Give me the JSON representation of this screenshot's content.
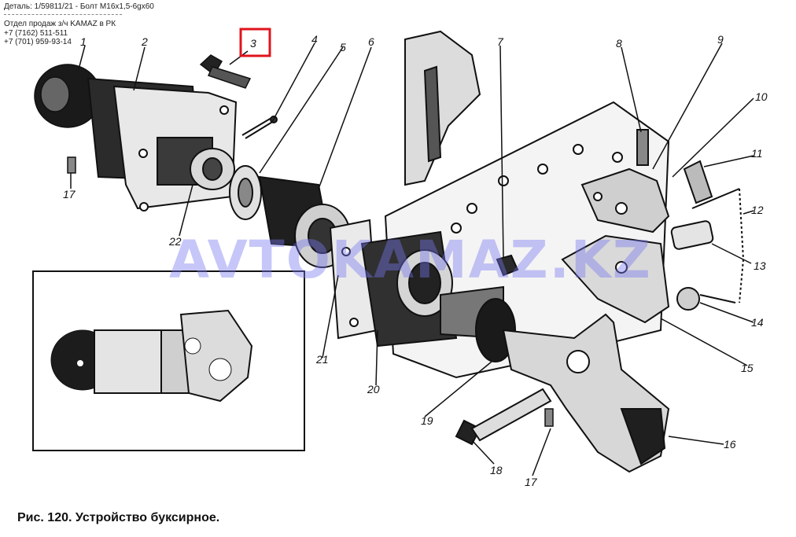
{
  "header": {
    "detail": "Деталь: 1/59811/21 - Болт М16х1,5-6gх60",
    "dept": "Отдел продаж з/ч KAMAZ в РК",
    "phone1": "+7 (7162) 511-511",
    "phone2": "+7 (701) 959-93-14"
  },
  "watermark": "AVTOKAMAZ.KZ",
  "caption": "Рис. 120. Устройство буксирное.",
  "highlight_color": "#e0141e",
  "watermark_color": "#7b7bf0",
  "callouts": [
    {
      "id": "1",
      "label": "1"
    },
    {
      "id": "2",
      "label": "2"
    },
    {
      "id": "3",
      "label": "3",
      "highlighted": true
    },
    {
      "id": "4",
      "label": "4"
    },
    {
      "id": "5",
      "label": "5"
    },
    {
      "id": "6",
      "label": "6"
    },
    {
      "id": "7",
      "label": "7"
    },
    {
      "id": "8",
      "label": "8"
    },
    {
      "id": "9",
      "label": "9"
    },
    {
      "id": "10",
      "label": "10"
    },
    {
      "id": "11",
      "label": "11"
    },
    {
      "id": "12",
      "label": "12"
    },
    {
      "id": "13",
      "label": "13"
    },
    {
      "id": "14",
      "label": "14"
    },
    {
      "id": "15",
      "label": "15"
    },
    {
      "id": "16",
      "label": "16"
    },
    {
      "id": "17a",
      "label": "17"
    },
    {
      "id": "17b",
      "label": "17"
    },
    {
      "id": "18",
      "label": "18"
    },
    {
      "id": "19",
      "label": "19"
    },
    {
      "id": "20",
      "label": "20"
    },
    {
      "id": "21",
      "label": "21"
    },
    {
      "id": "22",
      "label": "22"
    }
  ]
}
